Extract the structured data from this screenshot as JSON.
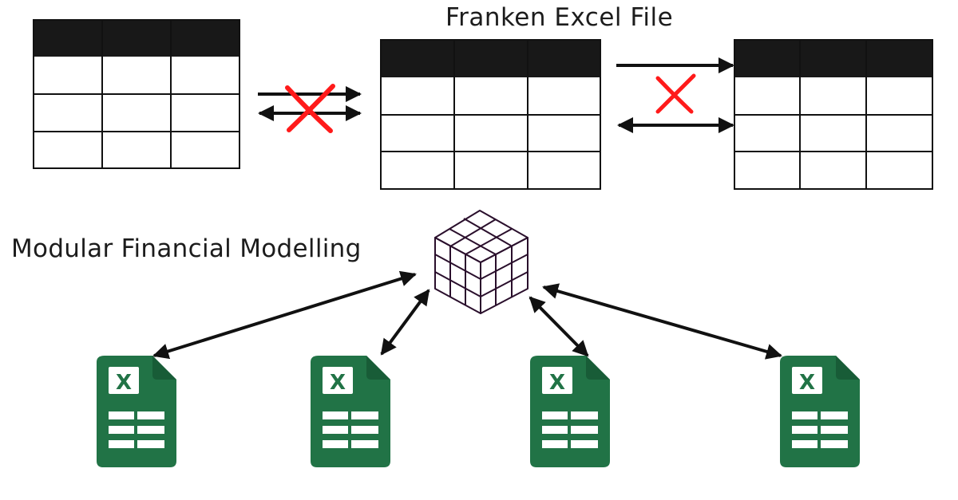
{
  "labels": {
    "franken_title": "Franken Excel File",
    "modular_title": "Modular Financial Modelling"
  },
  "tables": {
    "left": {
      "header_rows": 1,
      "body_rows": 3,
      "columns": 3
    },
    "center": {
      "header_rows": 1,
      "body_rows": 3,
      "columns": 3
    },
    "right": {
      "header_rows": 1,
      "body_rows": 3,
      "columns": 3
    }
  },
  "links": {
    "left_to_center": {
      "arrows": [
        "one-way-right",
        "two-way"
      ],
      "status": "crossed-out"
    },
    "center_to_right": {
      "arrows": [
        "one-way-right",
        "two-way"
      ],
      "status": "crossed-out"
    }
  },
  "hub": {
    "icon": "cube-grid-icon"
  },
  "spreadsheet_files": [
    {
      "icon": "excel-file-icon",
      "glyph": "X"
    },
    {
      "icon": "excel-file-icon",
      "glyph": "X"
    },
    {
      "icon": "excel-file-icon",
      "glyph": "X"
    },
    {
      "icon": "excel-file-icon",
      "glyph": "X"
    }
  ],
  "colors": {
    "table_header": "#181818",
    "line": "#111111",
    "cross": "#ff1a1a",
    "excel_dark": "#217346",
    "excel_fold": "#185c37",
    "cube": "#2a0f2c"
  }
}
